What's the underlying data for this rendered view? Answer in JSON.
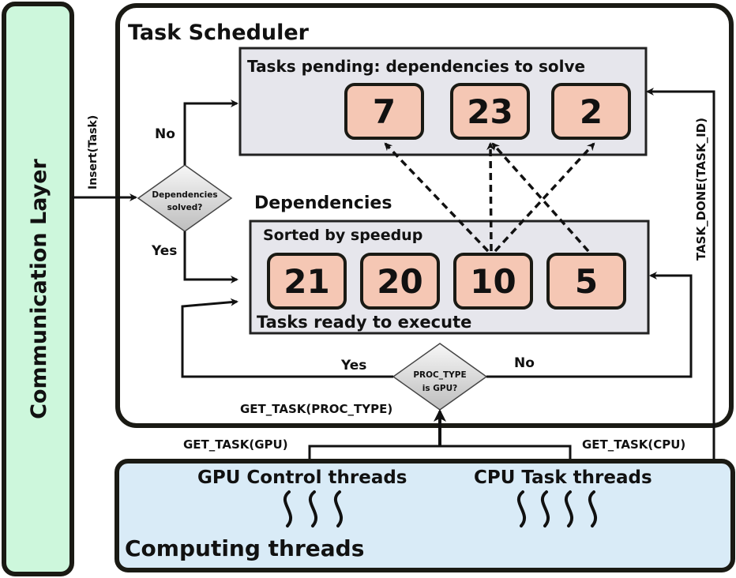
{
  "communication_layer": {
    "label": "Communication Layer"
  },
  "scheduler": {
    "title": "Task Scheduler"
  },
  "pending": {
    "title": "Tasks pending: dependencies to solve",
    "tasks": [
      "7",
      "23",
      "2"
    ]
  },
  "dependencies": {
    "label": "Dependencies"
  },
  "ready": {
    "sorted_label": "Sorted by speedup",
    "bottom_label": "Tasks ready to execute",
    "tasks": [
      "21",
      "20",
      "10",
      "5"
    ]
  },
  "decision_deps": {
    "line1": "Dependencies",
    "line2": "solved?",
    "yes": "Yes",
    "no": "No"
  },
  "decision_proc": {
    "line1": "PROC_TYPE",
    "line2": "is GPU?",
    "yes": "Yes",
    "no": "No"
  },
  "arrows": {
    "insert": "Insert(Task)",
    "task_done": "TASK_DONE(TASK_ID)",
    "get_task_proc": "GET_TASK(PROC_TYPE)",
    "get_task_gpu": "GET_TASK(GPU)",
    "get_task_cpu": "GET_TASK(CPU)"
  },
  "computing": {
    "title": "Computing threads",
    "gpu_label": "GPU Control threads",
    "cpu_label": "CPU Task threads",
    "gpu_thread_count": 3,
    "cpu_thread_count": 4
  },
  "colors": {
    "communication_fill": "#cdf7dc",
    "computing_fill": "#d9ebf7",
    "queue_fill": "#e6e6ec",
    "task_fill": "#f5c7b4",
    "outline": "#1a1a14"
  }
}
